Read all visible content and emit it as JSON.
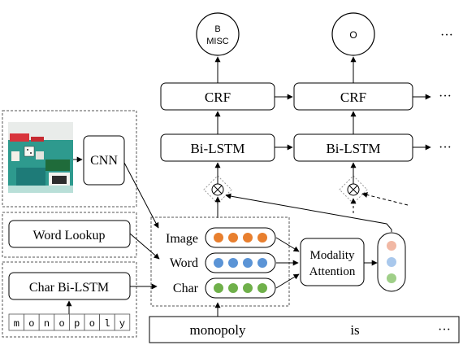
{
  "colors": {
    "image_dot": "#e87f2e",
    "word_dot": "#5b94d6",
    "char_dot": "#6fb04a",
    "attn_top": "#f1b8a4",
    "attn_mid": "#a9c8ec",
    "attn_bot": "#9fcf88"
  },
  "outputs": {
    "b_misc_line1": "B",
    "b_misc_line2": "MISC",
    "o_label": "O",
    "ellipsis": "···"
  },
  "crf": {
    "label": "CRF",
    "ellipsis": "···"
  },
  "bilstm": {
    "label": "Bi-LSTM",
    "ellipsis": "···"
  },
  "feature_extractors": {
    "cnn": "CNN",
    "word_lookup": "Word Lookup",
    "char_bilstm": "Char Bi-LSTM",
    "char_sequence": [
      "m",
      "o",
      "n",
      "o",
      "p",
      "o",
      "l",
      "y"
    ]
  },
  "modalities": {
    "image": "Image",
    "word": "Word",
    "char": "Char"
  },
  "attention": {
    "line1": "Modality",
    "line2": "Attention"
  },
  "input_tokens": {
    "token1": "monopoly",
    "token2": "is",
    "ellipsis": "···"
  }
}
